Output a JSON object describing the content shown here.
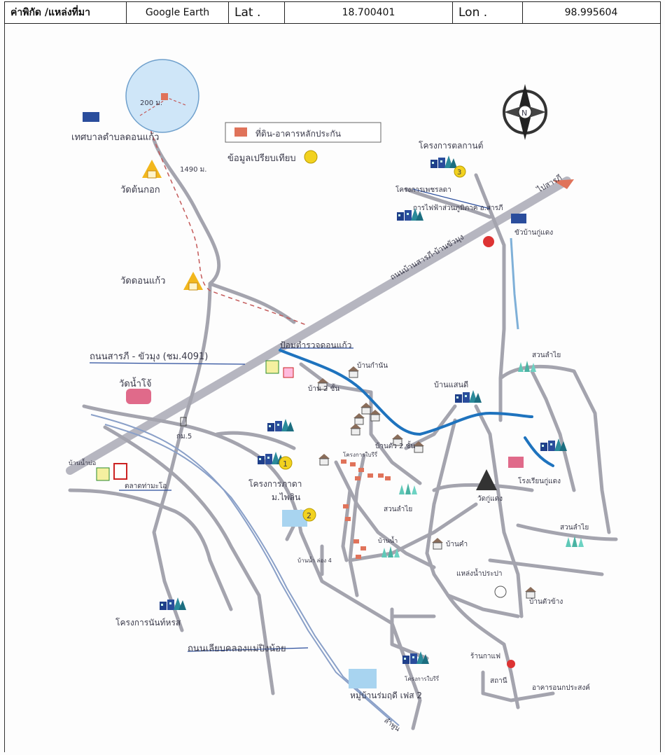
{
  "header": {
    "coord_source_label": "ค่าพิกัด /แหล่งที่มา",
    "source_value": "Google Earth",
    "lat_label": "Lat .",
    "lat_value": "18.700401",
    "lon_label": "Lon .",
    "lon_value": "98.995604"
  },
  "legend": {
    "collateral_label": "ที่ดิน-อาคารหลักประกัน",
    "comparison_label": "ข้อมูลเปรียบเทียบ",
    "collateral_color": "#e0735a",
    "comparison_color": "#f2d21f"
  },
  "inset": {
    "distance_label": "200 ม."
  },
  "route": {
    "distance_label": "1490 ม."
  },
  "compass": {
    "letter": "N"
  },
  "places": {
    "municipality": "เทศบาลตำบลดอนแก้ว",
    "wat_ton_kok": "วัดต้นกอก",
    "wat_don_kaeo": "วัดดอนแก้ว",
    "wat_nam_bo": "วัดน้ำโจ้",
    "wat_ku_daeng": "วัดกู่แดง",
    "road_main": "ถนนสารภี - ขัวมุง (ชม.4091)",
    "road_diagonal": "ถนนบ้านสารภี-บ้านขัวมุง",
    "police_box": "ป้อมตำรวจดอนแก้ว",
    "to_saraphi": "ไปสารภี",
    "project_talakan": "โครงการตลกานต์",
    "project_phrae": "โครงการเพชรลดา",
    "project_pakha": "โครงการภาดา",
    "moo_thai": "ม.ไพลิน",
    "project_nanthot": "โครงการนันท์หรส",
    "project_small": "โครงการใบรีรี่",
    "nam_bo_village": "บ้านน้ำบ่อ",
    "khwan_bo": "ขัวบ้านกู่แดง",
    "subdistrict": "การไฟฟ้าส่วนภูมิภาค อ.สารภี",
    "ban_kam_nan": "บ้านกำนัน",
    "ban_saen_di": "บ้านแสนดี",
    "suan_lamyai_1": "สวนลำไย",
    "suan_lamyai_2": "สวนลำไย",
    "suan_lamyai_3": "สวนลำไย",
    "school_ku_daeng": "โรงเรียนกู่แดง",
    "mor_5": "กม.5",
    "market": "ตลาดท่ามะโอ",
    "ban_wang": "บ้านน้ำ",
    "ban_lamphun": "บ้านน้ำ ล่อง 4",
    "canal_road": "ถนนเลียบคลองแม่ปิงน้อย",
    "to_lamphun": "ลำพูน",
    "village_sub": "หมู่บ้านร่มฤดี เฟส 2",
    "coffee_shop": "ร้านกาแฟ",
    "temple_small": "แหล่งน้ำประปา",
    "ban_sido": "บ้านตัว 2 ชั้น",
    "ban_kam_2": "บ้านคำ",
    "station": "สถานี",
    "building": "อาคารอนกประสงค์",
    "two_story": "บ้าน 2 ชั้น",
    "ban_khamnan": "บ้านตัวข้าง",
    "project_nearby": "โครงการใบรีรี่",
    "label_num1": "1",
    "label_num2": "2",
    "label_num3": "3"
  }
}
